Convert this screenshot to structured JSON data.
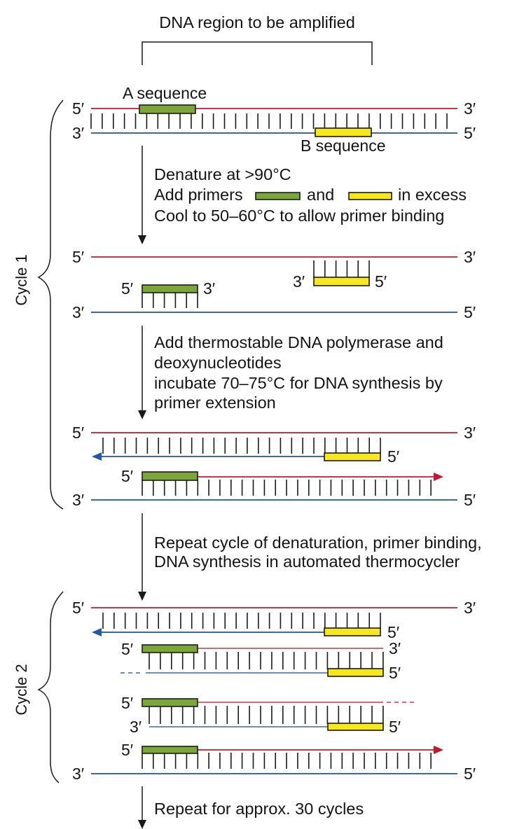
{
  "title": "DNA region to be amplified",
  "labels": {
    "five_prime": "5′",
    "three_prime": "3′"
  },
  "sequences": {
    "a": "A sequence",
    "b": "B sequence"
  },
  "cycles": [
    {
      "label": "Cycle 1"
    },
    {
      "label": "Cycle 2"
    }
  ],
  "steps": {
    "denature": {
      "line1": "Denature at >90°C",
      "line2_prefix": "Add primers",
      "line2_and": "and",
      "line2_suffix": "in excess",
      "line3": "Cool to 50–60°C to allow primer binding"
    },
    "extension": {
      "lines": [
        "Add thermostable DNA polymerase and",
        "deoxynucleotides",
        "incubate 70–75°C for DNA synthesis by",
        "primer extension"
      ]
    },
    "repeat": {
      "lines": [
        "Repeat cycle of denaturation, primer binding,",
        "DNA synthesis in automated thermocycler"
      ]
    },
    "final": {
      "text": "Repeat for approx. 30 cycles"
    }
  },
  "colors": {
    "strand_red": "#c03a4e",
    "strand_blue": "#3a69a3",
    "arrow_red": "#c8142c",
    "arrow_blue": "#2457a7",
    "primer_a": "#7ba63a",
    "primer_b": "#f6e81c",
    "outline": "#1a1a1a"
  }
}
